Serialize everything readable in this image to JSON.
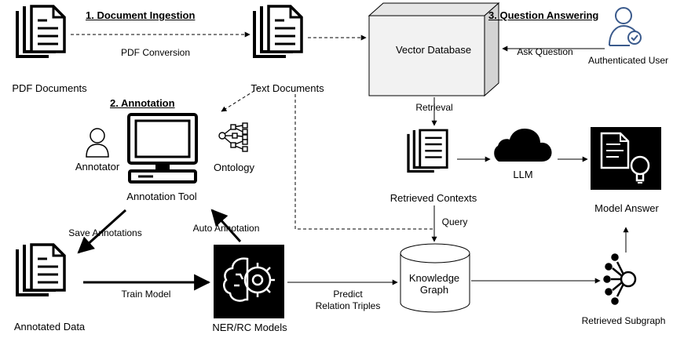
{
  "steps": {
    "ingestion": "1. Document Ingestion",
    "annotation": "2. Annotation",
    "qa": "3. Question Answering"
  },
  "nodes": {
    "pdf_documents": "PDF Documents",
    "text_documents": "Text Documents",
    "vector_database": "Vector Database",
    "authenticated_user": "Authenticated User",
    "annotator": "Annotator",
    "ontology": "Ontology",
    "annotation_tool": "Annotation Tool",
    "retrieved_contexts": "Retrieved Contexts",
    "llm": "LLM",
    "model_answer": "Model Answer",
    "annotated_data": "Annotated Data",
    "ner_rc_models": "NER/RC Models",
    "knowledge_graph_line1": "Knowledge",
    "knowledge_graph_line2": "Graph",
    "retrieved_subgraph": "Retrieved Subgraph"
  },
  "edges": {
    "pdf_conversion": "PDF Conversion",
    "ask_question": "Ask Question",
    "retrieval": "Retrieval",
    "query": "Query",
    "save_annotations": "Save Annotations",
    "auto_annotation": "Auto Annotation",
    "train_model": "Train Model",
    "predict_line1": "Predict",
    "predict_line2": "Relation Triples"
  },
  "colors": {
    "stroke": "#000000",
    "user_icon": "#3a5a8c",
    "dark_box": "#000000",
    "cube_fill": "#f2f2f2"
  },
  "icons": [
    "document-stack-icon",
    "user-icon",
    "monitor-icon",
    "ontology-icon",
    "cloud-icon",
    "answer-bulb-icon",
    "brain-gear-icon",
    "database-cylinder-icon",
    "subgraph-icon"
  ]
}
